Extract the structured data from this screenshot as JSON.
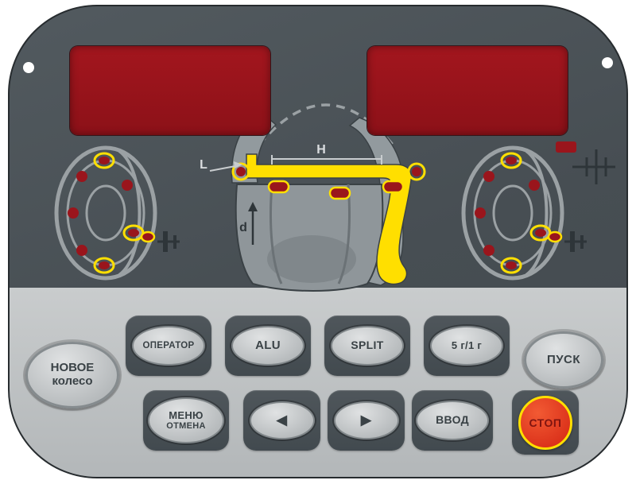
{
  "diagram": {
    "dim_l": "L",
    "dim_h": "H",
    "dim_d": "d"
  },
  "buttons": {
    "new_wheel": {
      "line1": "НОВОЕ",
      "line2": "колесо"
    },
    "operator": {
      "label": "ОПЕРАТОР"
    },
    "alu": {
      "label": "ALU"
    },
    "split": {
      "label": "SPLIT"
    },
    "grams": {
      "label": "5 г/1 г"
    },
    "start": {
      "label": "ПУСК"
    },
    "menu": {
      "line1": "МЕНЮ",
      "line2": "ОТМЕНА"
    },
    "arrow_left": {
      "glyph": "◀"
    },
    "arrow_right": {
      "glyph": "▶"
    },
    "enter": {
      "label": "ВВОД"
    },
    "stop": {
      "label": "СТОП"
    }
  },
  "colors": {
    "panel_dark": "#4a5156",
    "keypad_silver": "#bfc3c5",
    "display_red": "#9a151c",
    "highlight_yellow": "#ffdf00",
    "stop_red": "#e2331b"
  }
}
